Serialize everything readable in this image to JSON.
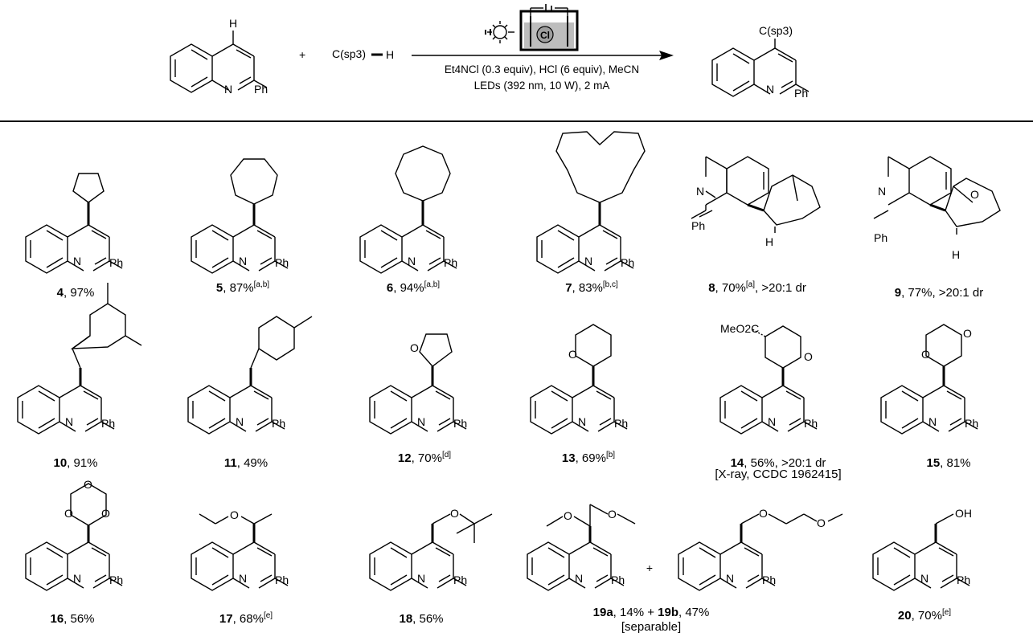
{
  "reaction": {
    "reagent_text": "C(sp3)",
    "reagent_sup": "3",
    "conditions_line1": "Et4NCl (0.3 equiv), HCl (6 equiv), MeCN",
    "conditions_line2": "LEDs (392 nm, 10 W), 2 mA",
    "plus": "+",
    "cell_label": "Cl",
    "product_substituent": "C(sp3)"
  },
  "atoms": {
    "N": "N",
    "Ph": "Ph",
    "H": "H",
    "O": "O",
    "OH": "OH",
    "MeO2C": "MeO2C"
  },
  "compounds": [
    {
      "id": "4",
      "yield": ", 97%",
      "note": "",
      "extra": ""
    },
    {
      "id": "5",
      "yield": ", 87%",
      "note": "[a,b]",
      "extra": ""
    },
    {
      "id": "6",
      "yield": ", 94%",
      "note": "[a,b]",
      "extra": ""
    },
    {
      "id": "7",
      "yield": ", 83%",
      "note": "[b,c]",
      "extra": ""
    },
    {
      "id": "8",
      "yield": ", 70%",
      "note": "[a]",
      "extra": ", >20:1 dr"
    },
    {
      "id": "9",
      "yield": ", 77%,",
      "note": "",
      "extra": "  >20:1 dr"
    },
    {
      "id": "10",
      "yield": ", 91%",
      "note": "",
      "extra": ""
    },
    {
      "id": "11",
      "yield": ", 49%",
      "note": "",
      "extra": ""
    },
    {
      "id": "12",
      "yield": ", 70%",
      "note": "[d]",
      "extra": ""
    },
    {
      "id": "13",
      "yield": ", 69%",
      "note": "[b]",
      "extra": ""
    },
    {
      "id": "14",
      "yield": ", 56%, >20:1 dr",
      "note": "",
      "extra": "[X-ray, CCDC 1962415]"
    },
    {
      "id": "15",
      "yield": ", 81%",
      "note": "",
      "extra": ""
    },
    {
      "id": "16",
      "yield": ", 56%",
      "note": "",
      "extra": ""
    },
    {
      "id": "17",
      "yield": ", 68%",
      "note": "[e]",
      "extra": ""
    },
    {
      "id": "18",
      "yield": ", 56%",
      "note": "",
      "extra": ""
    },
    {
      "id": "20",
      "yield": ", 70%",
      "note": "[e]",
      "extra": ""
    }
  ],
  "compound19": {
    "id_a": "19a",
    "yield_a": ", 14% + ",
    "id_b": "19b",
    "yield_b": ", 47%",
    "extra": "[separable]",
    "plus": "+"
  }
}
